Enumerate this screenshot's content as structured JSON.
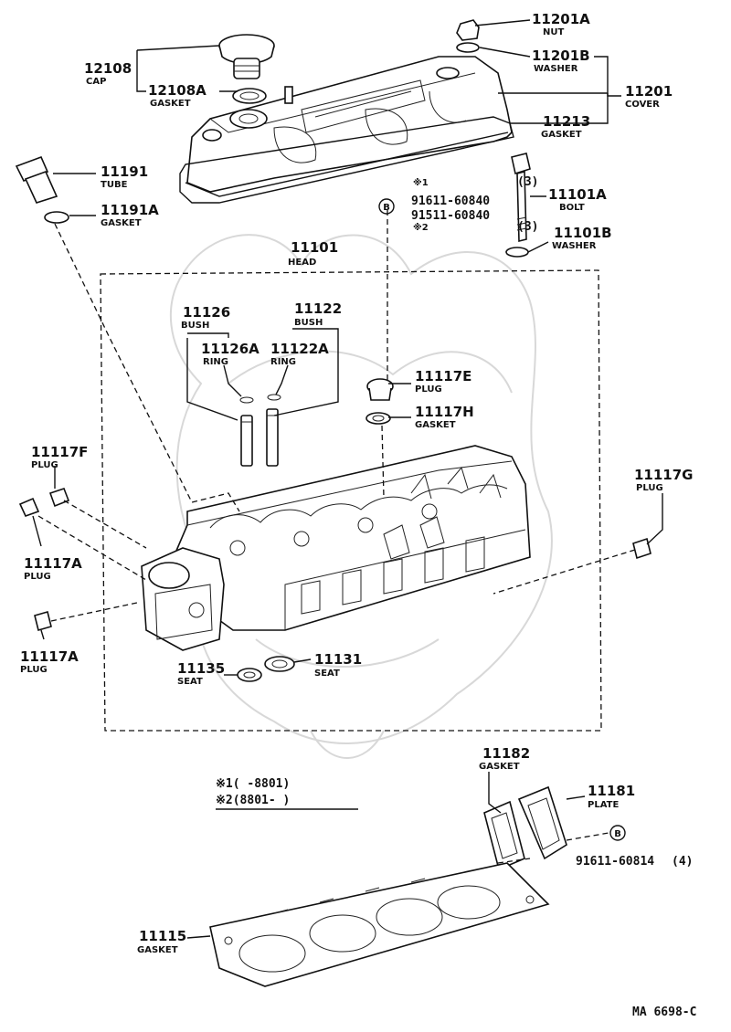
{
  "diagram": {
    "callouts": [
      {
        "id": "c11201A",
        "number": "11201A",
        "name": "NUT"
      },
      {
        "id": "c11201B",
        "number": "11201B",
        "name": "WASHER"
      },
      {
        "id": "c11201",
        "number": "11201",
        "name": "COVER"
      },
      {
        "id": "c11213",
        "number": "11213",
        "name": "GASKET"
      },
      {
        "id": "c12108",
        "number": "12108",
        "name": "CAP"
      },
      {
        "id": "c12108A",
        "number": "12108A",
        "name": "GASKET"
      },
      {
        "id": "c11191",
        "number": "11191",
        "name": "TUBE"
      },
      {
        "id": "c11191A",
        "number": "11191A",
        "name": "GASKET"
      },
      {
        "id": "c11101A",
        "number": "11101A",
        "name": "BOLT"
      },
      {
        "id": "c11101B",
        "number": "11101B",
        "name": "WASHER"
      },
      {
        "id": "c11101",
        "number": "11101",
        "name": "HEAD"
      },
      {
        "id": "c11126",
        "number": "11126",
        "name": "BUSH"
      },
      {
        "id": "c11122",
        "number": "11122",
        "name": "BUSH"
      },
      {
        "id": "c11126A",
        "number": "11126A",
        "name": "RING"
      },
      {
        "id": "c11122A",
        "number": "11122A",
        "name": "RING"
      },
      {
        "id": "c11117E",
        "number": "11117E",
        "name": "PLUG"
      },
      {
        "id": "c11117H",
        "number": "11117H",
        "name": "GASKET"
      },
      {
        "id": "c11117F",
        "number": "11117F",
        "name": "PLUG"
      },
      {
        "id": "c11117A1",
        "number": "11117A",
        "name": "PLUG"
      },
      {
        "id": "c11117A2",
        "number": "11117A",
        "name": "PLUG"
      },
      {
        "id": "c11117G",
        "number": "11117G",
        "name": "PLUG"
      },
      {
        "id": "c11135",
        "number": "11135",
        "name": "SEAT"
      },
      {
        "id": "c11131",
        "number": "11131",
        "name": "SEAT"
      },
      {
        "id": "c11182",
        "number": "11182",
        "name": "GASKET"
      },
      {
        "id": "c11181",
        "number": "11181",
        "name": "PLATE"
      },
      {
        "id": "c11115",
        "number": "11115",
        "name": "GASKET"
      }
    ],
    "bolt_refs": {
      "mark1": "※1",
      "mark2": "※2",
      "ref1": "91611-60840",
      "ref1_qty": "(3)",
      "ref2": "91511-60840",
      "ref2_qty": "(3)",
      "circle_letter": "B"
    },
    "plate_bolt": {
      "circle_letter": "B",
      "ref": "91611-60814",
      "qty": "(4)"
    },
    "notes": {
      "line1": "※1(     -8801)",
      "line2": "※2(8801-       )"
    },
    "figure_code": "MA 6698-C"
  }
}
